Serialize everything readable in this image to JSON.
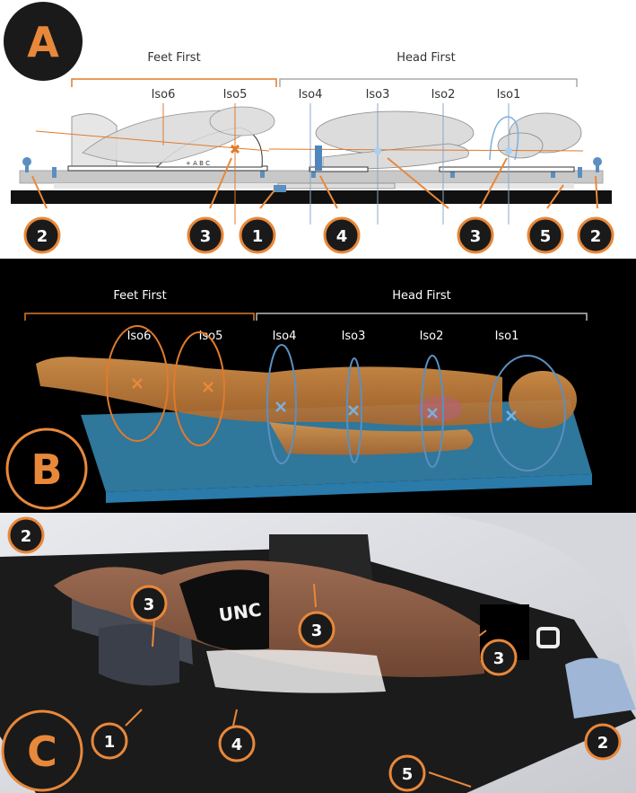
{
  "panels": {
    "a": {
      "letter": "A",
      "feet_first": "Feet First",
      "head_first": "Head First",
      "iso_labels": [
        "Iso6",
        "Iso5",
        "Iso4",
        "Iso3",
        "Iso2",
        "Iso1"
      ],
      "ruler_text": "+ A B C",
      "callouts": [
        "2",
        "3",
        "1",
        "4",
        "3",
        "5",
        "2"
      ]
    },
    "b": {
      "letter": "B",
      "feet_first": "Feet First",
      "head_first": "Head First",
      "iso_labels": [
        "Iso6",
        "Iso5",
        "Iso4",
        "Iso3",
        "Iso2",
        "Iso1"
      ]
    },
    "c": {
      "letter": "C",
      "shorts_text": "UNC",
      "callouts": [
        "2",
        "3",
        "3",
        "3",
        "1",
        "4",
        "2",
        "5"
      ]
    }
  },
  "colors": {
    "orange": "#e8883a",
    "orange_line": "#e07a2c",
    "blue": "#5b8fc0",
    "dark_circle": "#1a1a1a"
  }
}
